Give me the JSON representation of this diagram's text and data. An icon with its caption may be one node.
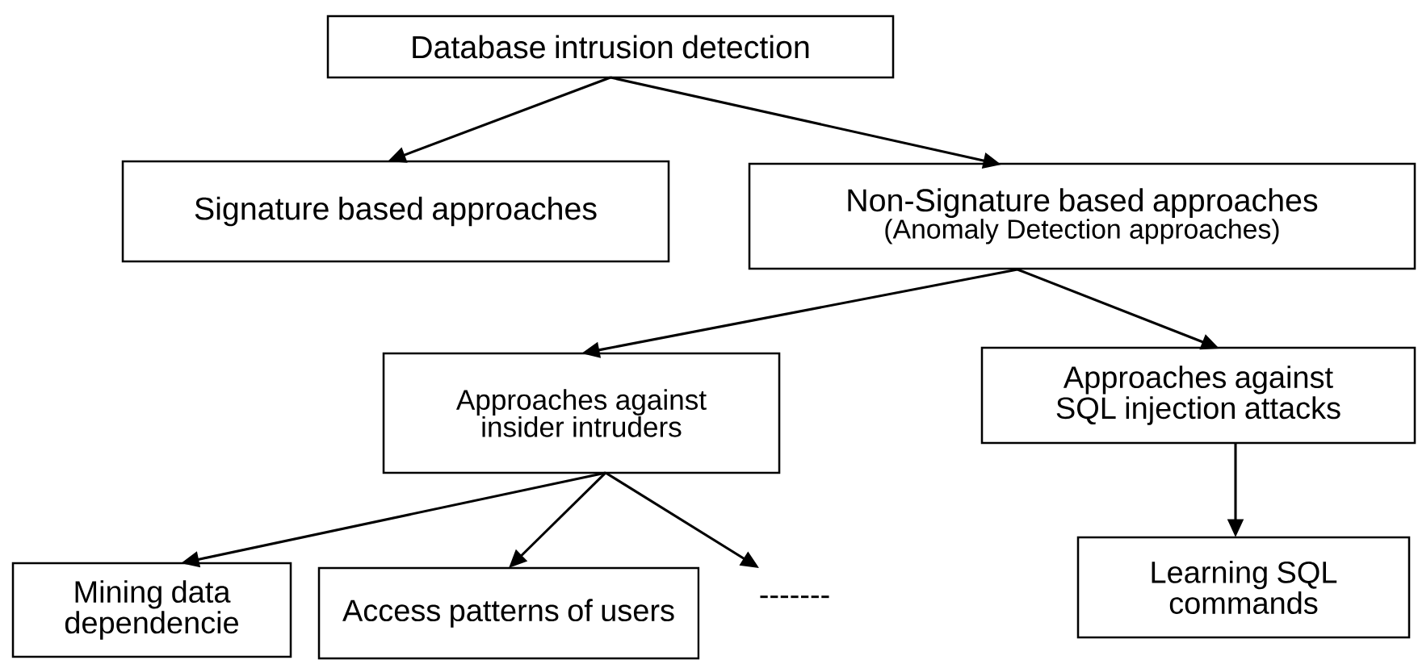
{
  "diagram": {
    "nodes": [
      {
        "text": [
          "Database intrusion detection"
        ]
      },
      {
        "text": [
          "Signature based approaches"
        ]
      },
      {
        "text": [
          "Non-Signature based approaches",
          "(Anomaly Detection approaches)"
        ]
      },
      {
        "text": [
          "Approaches against insider intruders"
        ]
      },
      {
        "text": [
          "Approaches against SQL injection attacks"
        ]
      },
      {
        "text": [
          "Mining data dependencie"
        ]
      },
      {
        "text": [
          "Access patterns of users"
        ]
      },
      {
        "text": [
          "-------"
        ]
      },
      {
        "text": [
          "Learning SQL commands"
        ]
      }
    ],
    "edges": [
      {
        "from": 0,
        "to": 1,
        "arrow": "to"
      },
      {
        "from": 0,
        "to": 2,
        "arrow": "to"
      },
      {
        "from": 2,
        "to": 3,
        "arrow": "to"
      },
      {
        "from": 2,
        "to": 4,
        "arrow": "to"
      },
      {
        "from": 3,
        "to": 5,
        "arrow": "to"
      },
      {
        "from": 3,
        "to": 6,
        "arrow": "to"
      },
      {
        "from": 3,
        "to": 7,
        "arrow": "to"
      },
      {
        "from": 4,
        "to": 8,
        "arrow": "to"
      }
    ]
  }
}
